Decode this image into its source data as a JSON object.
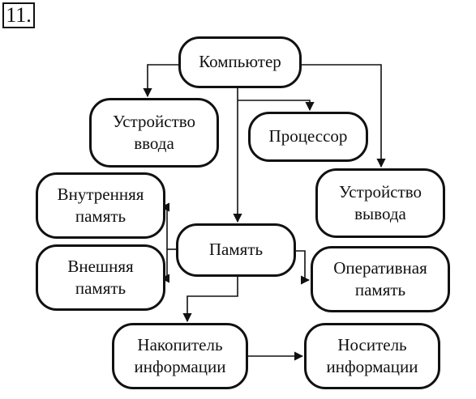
{
  "task_number": "11.",
  "nodes": {
    "computer": "Компьютер",
    "input": "Устройство\nввода",
    "cpu": "Процессор",
    "output": "Устройство\nвывода",
    "internal_memory": "Внутренняя\nпамять",
    "external_memory": "Внешняя\nпамять",
    "memory": "Память",
    "ram": "Оперативная\nпамять",
    "storage_device": "Накопитель\nинформации",
    "storage_medium": "Носитель\nинформации"
  },
  "colors": {
    "ink": "#111111",
    "background": "#ffffff"
  }
}
